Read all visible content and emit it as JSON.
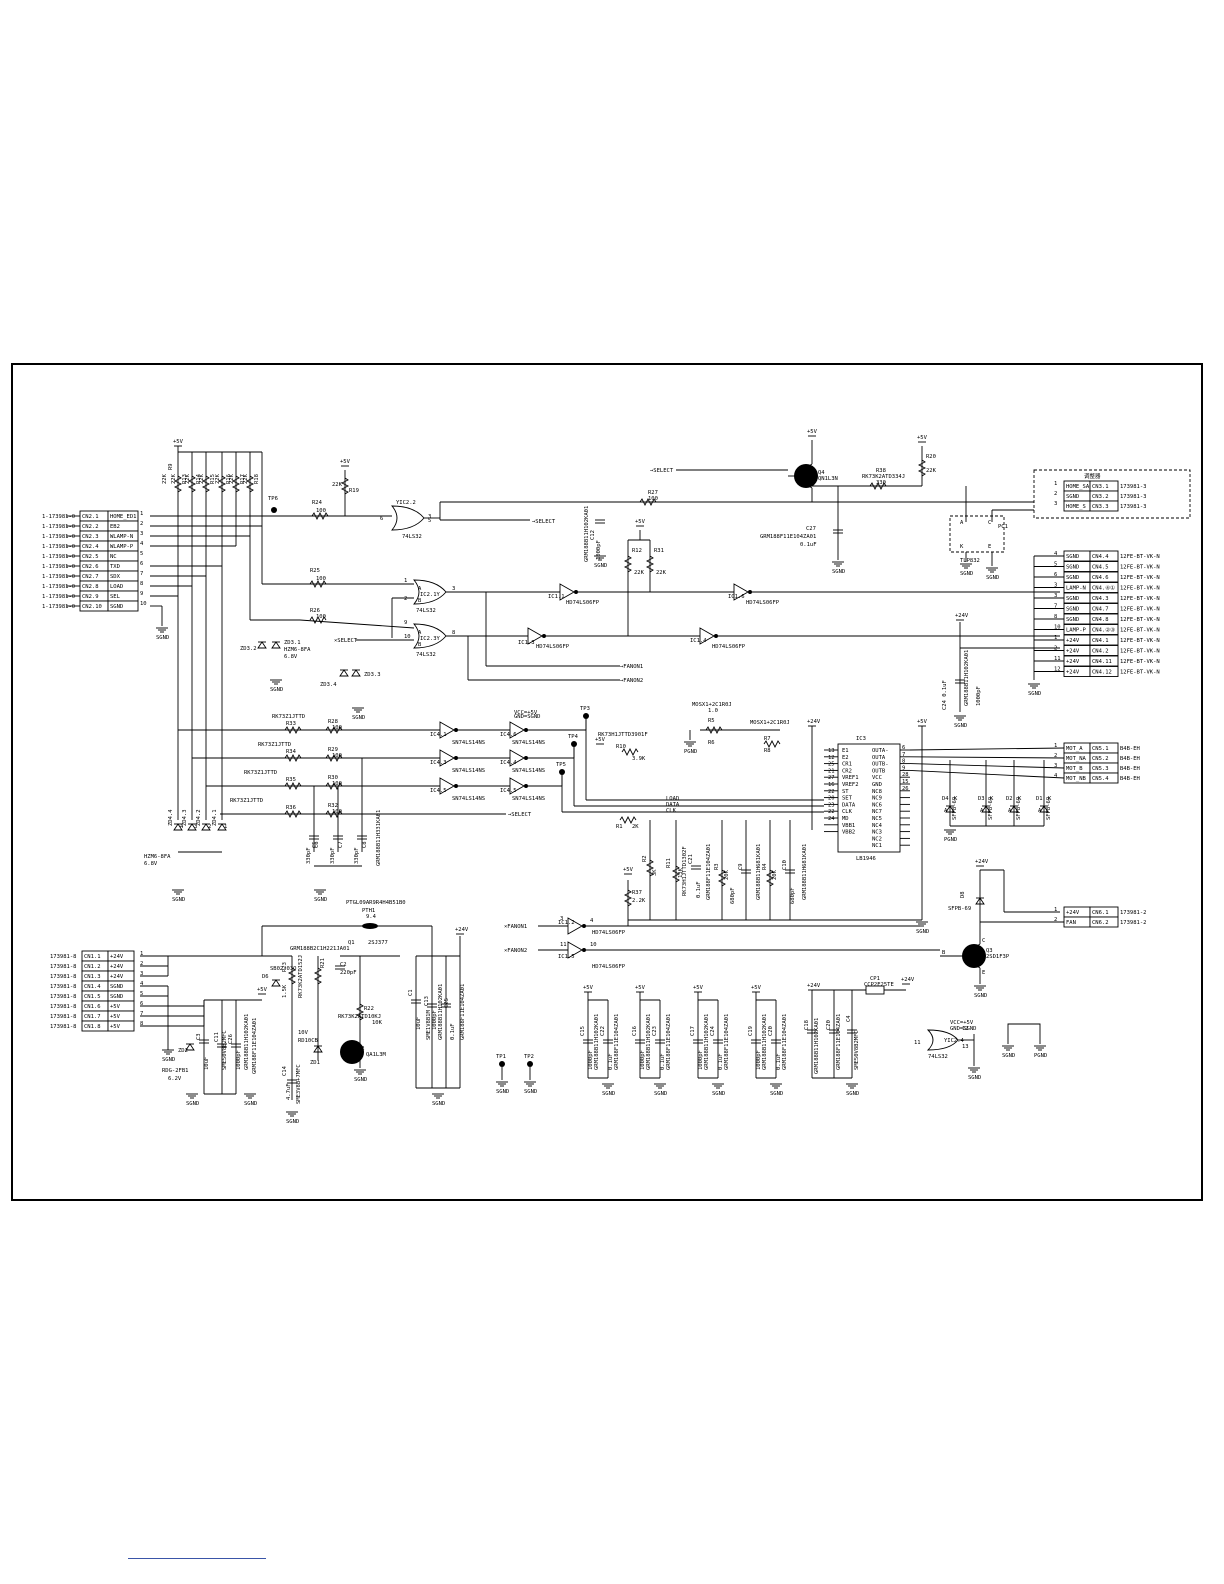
{
  "connectors": {
    "cn2": {
      "part": "1-173981-0",
      "pins": [
        "CN2.1",
        "CN2.2",
        "CN2.3",
        "CN2.4",
        "CN2.5",
        "CN2.6",
        "CN2.7",
        "CN2.8",
        "CN2.9",
        "CN2.10"
      ],
      "signals": [
        "HOME_ED1",
        "EB2",
        "WLAMP-N",
        "WLAMP-P",
        "NC",
        "TXD",
        "SDX",
        "LOAD",
        "SEL",
        "SGND"
      ]
    },
    "cn1": {
      "part": "173981-8",
      "pins": [
        "CN1.1",
        "CN1.2",
        "CN1.3",
        "CN1.4",
        "CN1.5",
        "CN1.6",
        "CN1.7",
        "CN1.8"
      ],
      "signals": [
        "+24V",
        "+24V",
        "+24V",
        "SGND",
        "SGND",
        "+5V",
        "+5V",
        "+5V"
      ]
    },
    "cn3": {
      "part": "173981-3",
      "pins": [
        "CN3.1",
        "CN3.2",
        "CN3.3"
      ],
      "signals": [
        "HOME_SA",
        "SGND",
        "HOME_S"
      ],
      "title": "调整器"
    },
    "cn4": {
      "part": "12FE-BT-VK-N",
      "pins": [
        "CN4.4",
        "CN4.5",
        "CN4.6",
        "CN4.④①",
        "CN4.3",
        "CN4.7",
        "CN4.8",
        "CN4.②③",
        "CN4.1",
        "CN4.2",
        "CN4.11",
        "CN4.12"
      ],
      "signals": [
        "SGND",
        "SGND",
        "SGND",
        "LAMP-N",
        "SGND",
        "SGND",
        "SGND",
        "LAMP-P",
        "+24V",
        "+24V",
        "+24V",
        "+24V"
      ]
    },
    "cn5": {
      "part": "B4B-EH",
      "pins": [
        "CN5.1",
        "CN5.2",
        "CN5.3",
        "CN5.4"
      ],
      "signals": [
        "MOT_A",
        "MOT_NA",
        "MOT_B",
        "MOT_NB"
      ]
    },
    "cn6": {
      "part": "173981-2",
      "pins": [
        "CN6.1",
        "CN6.2"
      ],
      "signals": [
        "+24V",
        "FAN"
      ]
    }
  },
  "labels": {
    "vcc5": "+5V",
    "vcc24": "+24V",
    "sgnd": "SGND",
    "pgnd": "PGND",
    "nselect": "→SELECT",
    "xselect": "×SELECT",
    "fanon1": "→FANON1",
    "fanon2": "→FANON2",
    "nfanon1": "×FANON1",
    "nfanon2": "×FANON2",
    "load": "LOAD",
    "data": "DATA",
    "clk": "CLK"
  },
  "parts": {
    "ic2_2": "YIC2.2",
    "ic2_1": "IC2.1Y",
    "ic2_3": "IC2.3Y",
    "ic2_4": "YIC2.4",
    "ls32": "74LS32",
    "ic1_1": "IC1.1",
    "ic1_3": "IC1.3",
    "ic1_4": "IC1.4",
    "ic1_6": "IC1.6",
    "ic1_2": "IC1.2",
    "ic1_5": "IC1.5",
    "ls06": "HD74LS06FP",
    "ic4_1": "IC4.1",
    "ic4_2": "IC4.2",
    "ic4_3": "IC4.3",
    "ic4_4": "IC4.4",
    "ic4_5": "IC4.5",
    "ic4_6": "IC4.6",
    "ls14": "SN74LS14NS",
    "ic3": "IC3",
    "lb1946": "LB1946",
    "ic3_left_pins": [
      "E1",
      "E2",
      "CR1",
      "CR2",
      "VREF1",
      "VREF2",
      "ST",
      "SET",
      "DATA",
      "CLK",
      "MD",
      "VBB1",
      "VBB2"
    ],
    "ic3_left_nums": [
      "13",
      "12",
      "25",
      "21",
      "27",
      "16",
      "22",
      "20",
      "23",
      "22",
      "24",
      "",
      ""
    ],
    "ic3_right_pins": [
      "OUTA-",
      "OUTA",
      "OUTB-",
      "OUTB",
      "VCC",
      "GND",
      "NC8",
      "NC9",
      "NC6",
      "NC7",
      "NC5",
      "NC4",
      "NC3",
      "NC2",
      "NC1"
    ],
    "ic3_right_nums": [
      "6",
      "7",
      "8",
      "9",
      "28",
      "15",
      "26",
      "",
      "",
      "",
      "",
      "",
      "",
      "",
      ""
    ],
    "q4": "Q4",
    "q4_part": "QN1L3N",
    "q2": "Q2",
    "q2_part": "QA1L3M",
    "q3": "Q3",
    "q3_part": "2SD1F3P",
    "q1": "Q1",
    "q1_part": "2SJ377",
    "pc1": "PC1",
    "pc1_part": "TLP832",
    "pth1": "PTH1",
    "pth1_part": "PTGL09AR9R4H4B51B0",
    "pth1_val": "9.4",
    "zd1": "ZD1",
    "zd1_part": "RD10CB",
    "zd1_val": "10V",
    "zd2": "ZD2",
    "zd2_part": "RDG-2FB1",
    "zd2_val": "6.2V",
    "zd3": "ZD3.1",
    "zd3_part": "HZM6-8FA",
    "zd3_val": "6.8V",
    "zd32": "ZD3.2",
    "zd33": "ZD3.3",
    "zd34": "ZD3.4",
    "zd4": "HZM6-8FA",
    "zd4_val": "6.8V",
    "zd4_1": "ZD4.1",
    "zd4_2": "ZD4.2",
    "zd4_3": "ZD4.3",
    "zd4_4": "ZD4.4",
    "d6": "D6",
    "d6_part": "SB02-03Q",
    "d7": "D7",
    "d8": "D8",
    "sfpb": "SFPB-69",
    "d1": "D1",
    "d2": "D2",
    "d3": "D3",
    "d4": "D4",
    "r19": "R19 22K",
    "r24": "R24 100",
    "r25": "R25 100",
    "r26": "R26 100",
    "r27": "R27 100",
    "r12": "R12 22K",
    "r31": "R31 22K",
    "r38": "R38 330",
    "r38_part": "RK73K2ATD334J",
    "r20": "R20 22K",
    "r33": "R33",
    "r34": "R34",
    "r35": "R35",
    "r36": "R36",
    "rk": "RK73Z1JTTD",
    "r28": "R28 100",
    "r29": "R29 100",
    "r30": "R30 100",
    "r32": "R32 100",
    "r5": "R5",
    "r6": "R6",
    "r7": "R7",
    "r8": "R8",
    "mos": "MOSX1+2C1R0J",
    "mos_val": "1.0",
    "r10": "R10",
    "r10_val": "3.9K",
    "r10_part": "RK73H1JTTD3901F",
    "r1": "R1 2K",
    "r2": "R2 3K",
    "r3": "R3 20K",
    "r4": "R4 20K",
    "r37": "R37 2.2K",
    "r11": "R11 13K",
    "r21": "R21",
    "r22": "R22 10K",
    "r22_part": "RK73K2ATD10KJ",
    "r23": "R23 1.5K",
    "r23_part": "RK73K2ATD152J",
    "r13_18": [
      "R13",
      "R14",
      "R15",
      "R16",
      "R17",
      "R18"
    ],
    "r9": "R9",
    "r22k": "22K",
    "c12": "C12",
    "c12_part": "GRM188B11H102KA01",
    "c12_val": "1000pF",
    "c27": "C27",
    "c27_part": "GRM188F11E104ZA01",
    "c27_val": "0.1uF",
    "c_caps": [
      "C5",
      "C6",
      "C7",
      "C8"
    ],
    "c_cap_val": "330pF",
    "c_cap_part": "GRM188B11H331KA01",
    "c2": "C2",
    "c2_val": "220pF",
    "c1": "C1",
    "c1_part": "SME1V8B1M",
    "c1_val": "10uF",
    "c3": "C3",
    "c3_part": "GRM188F11E104ZA01",
    "c13": "C13",
    "c14": "C14",
    "c14_val": "4.7uF",
    "c14_part": "SME3V8B+7MFC",
    "c15": "C15",
    "c16": "C16",
    "c17": "C17",
    "c18": "C18",
    "c19": "C19",
    "c20": "C20",
    "c21": "C21",
    "c22": "C22",
    "c23": "C23",
    "c24": "C24",
    "c25": "C25",
    "c26": "C26",
    "c4": "C4",
    "c9": "C9",
    "c10": "C10",
    "c11": "C11",
    "cp1": "CP1",
    "cp1_part": "CCP2E25TE",
    "cap_1000pf": "1000pF",
    "cap_01uf": "0.1uF",
    "cap_680pf": "680pF",
    "cap_part_a": "GRM188B11H102KA01",
    "cap_part_b": "GRM188F11E104ZA01",
    "cap_part_c": "GRM188B11H681KA01",
    "cap_10uf": "10uF",
    "cap_sme": "SME50V8B2MFC",
    "gm_part": "GRM188B2C1H221JA01",
    "tp1": "TP1",
    "tp2": "TP2",
    "tp3": "TP3",
    "tp4": "TP4",
    "tp5": "TP5",
    "tp6": "TP6",
    "vcc_gnd_note": "VCC=+5V\nGND=SGND"
  }
}
